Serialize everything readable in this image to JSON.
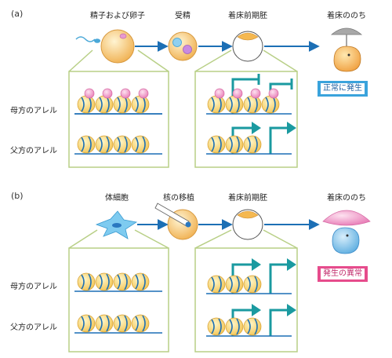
{
  "panel_a": {
    "tag": "(a)",
    "stages": [
      "精子および卵子",
      "受精",
      "着床前期胚",
      "着床ののち"
    ],
    "result": "正常に発生",
    "rows": [
      "母方のアレル",
      "父方のアレル"
    ]
  },
  "panel_b": {
    "tag": "(b)",
    "stages": [
      "体細胞",
      "核の移植",
      "着床前期胚",
      "着床ののち"
    ],
    "result": "発生の異常",
    "rows": [
      "母方のアレル",
      "父方のアレル"
    ]
  },
  "colors": {
    "blue_line": "#1c6fb5",
    "teal_arrow": "#1a9aa0",
    "frame_green": "#b8cf86",
    "methyl_pink": "#f2a3cf",
    "normal_box": "#3aa3dc",
    "abnormal_box": "#e64c8c"
  }
}
